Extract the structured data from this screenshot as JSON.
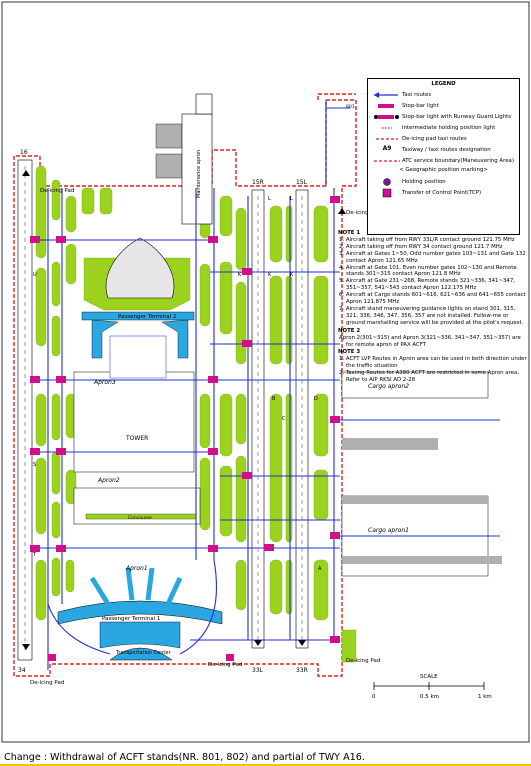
{
  "runway_labels": {
    "r16": "16",
    "r15r": "15R",
    "r15l": "15L",
    "r34": "34",
    "r33l": "33L",
    "r33r": "33R"
  },
  "taxiway_letters": {
    "u": "U",
    "s": "S",
    "t": "T",
    "k1": "K",
    "k2": "K",
    "k3": "K",
    "l1": "L",
    "l2": "L",
    "b": "B",
    "c": "C",
    "d": "D",
    "a": "A"
  },
  "place_labels": {
    "deicing_nw": "De-icing Pad",
    "deicing_ne": "De-icing Pad",
    "deicing_sw": "De-icing Pad",
    "deicing_s": "De-icing Pad",
    "deicing_se": "De-icing Pad",
    "maintenance": "Maintenance apron",
    "passenger_t2": "Passenger Terminal 2",
    "passenger_t1": "Passenger Terminal 1",
    "apron3": "Apron3",
    "apron2": "Apron2",
    "apron1": "Apron1",
    "tower": "TOWER",
    "cargo_apron2": "Cargo apron2",
    "cargo_apron1": "Cargo apron1",
    "transportation": "Transportation Center",
    "concourse": "Concourse",
    "l801": "801"
  },
  "legend": {
    "title": "LEGEND",
    "items": [
      {
        "label": "Taxi routes",
        "symbol": "taxi-route-arrow"
      },
      {
        "label": "Stop-bar light",
        "symbol": "stop-bar-light"
      },
      {
        "label": "Stop-bar light with Runway Guard Lights",
        "symbol": "stop-bar-rgl"
      },
      {
        "label": "Intermediate holding position light",
        "symbol": "intermediate-holding"
      },
      {
        "label": "De-icing pad taxi routes",
        "symbol": "deicing-route"
      },
      {
        "label": "Taxiway / taxi routes designation",
        "symbol": "designation",
        "code": "A9"
      },
      {
        "label": "ATC service boundary(Maneuvering Area)",
        "symbol": "atc-boundary"
      }
    ],
    "geo_marking": "< Geographic position marking>",
    "holding_position": "Holding position",
    "tcp": "Transfer of Control Point(TCP)"
  },
  "notes": {
    "note1_head": "NOTE 1",
    "note1": [
      "1. Aircraft taking off from RWY 33L/R contact ground 121.75 MHz",
      "2. Aircraft taking off from RWY 34 contact ground 121.7 MHz",
      "3. Aircraft at Gates 1~50, Odd number gates 103~131 and Gate 132 contact Apron 121.65 MHz",
      "4. Aircraft at Gate 101, Even number gates 102~130 and Remote stands 301~315 contact Apron 121.8 MHz",
      "5. Aircraft at Gate 231~268, Remote stands 321~336, 341~347, 351~357, 541~543 contact Apron 122.175 MHz",
      "6. Aircraft at Cargo stands 601~616, 621~636 and 641~655 contact Apron 121.875 MHz",
      "7. Aircraft stand maneuvering guidance lights on stand 301, 315, 321, 336, 346, 347, 356, 357 are not installed. Follow-me or ground marshalling service will be provided at the pilot's request."
    ],
    "note2_head": "NOTE 2",
    "note2": "Apron 2(301~315) and Apron 3(321~336, 341~347, 351~357) are for remote apron of PAX ACFT",
    "note3_head": "NOTE 3",
    "note3": [
      "1. ACFT LVP Routes in Apron area can be used in both direction under the traffic situation",
      "2. Taxiing Routes for A380 ACFT are restricted in some Apron area, Refer to AIP RKSI AD 2-28"
    ]
  },
  "scale": {
    "title": "SCALE",
    "ticks": [
      "0",
      "0.5 km",
      "1 km"
    ]
  },
  "change_text": "Change : Withdrawal of ACFT stands(NR. 801, 802) and partial of TWY A16.",
  "colors": {
    "grass": "#9ad21e",
    "taxi_route": "#2030d0",
    "stop_bar": "#d0108a",
    "boundary": "#e02020",
    "terminal": "#2aa6e0",
    "footer": "#f0c800"
  }
}
